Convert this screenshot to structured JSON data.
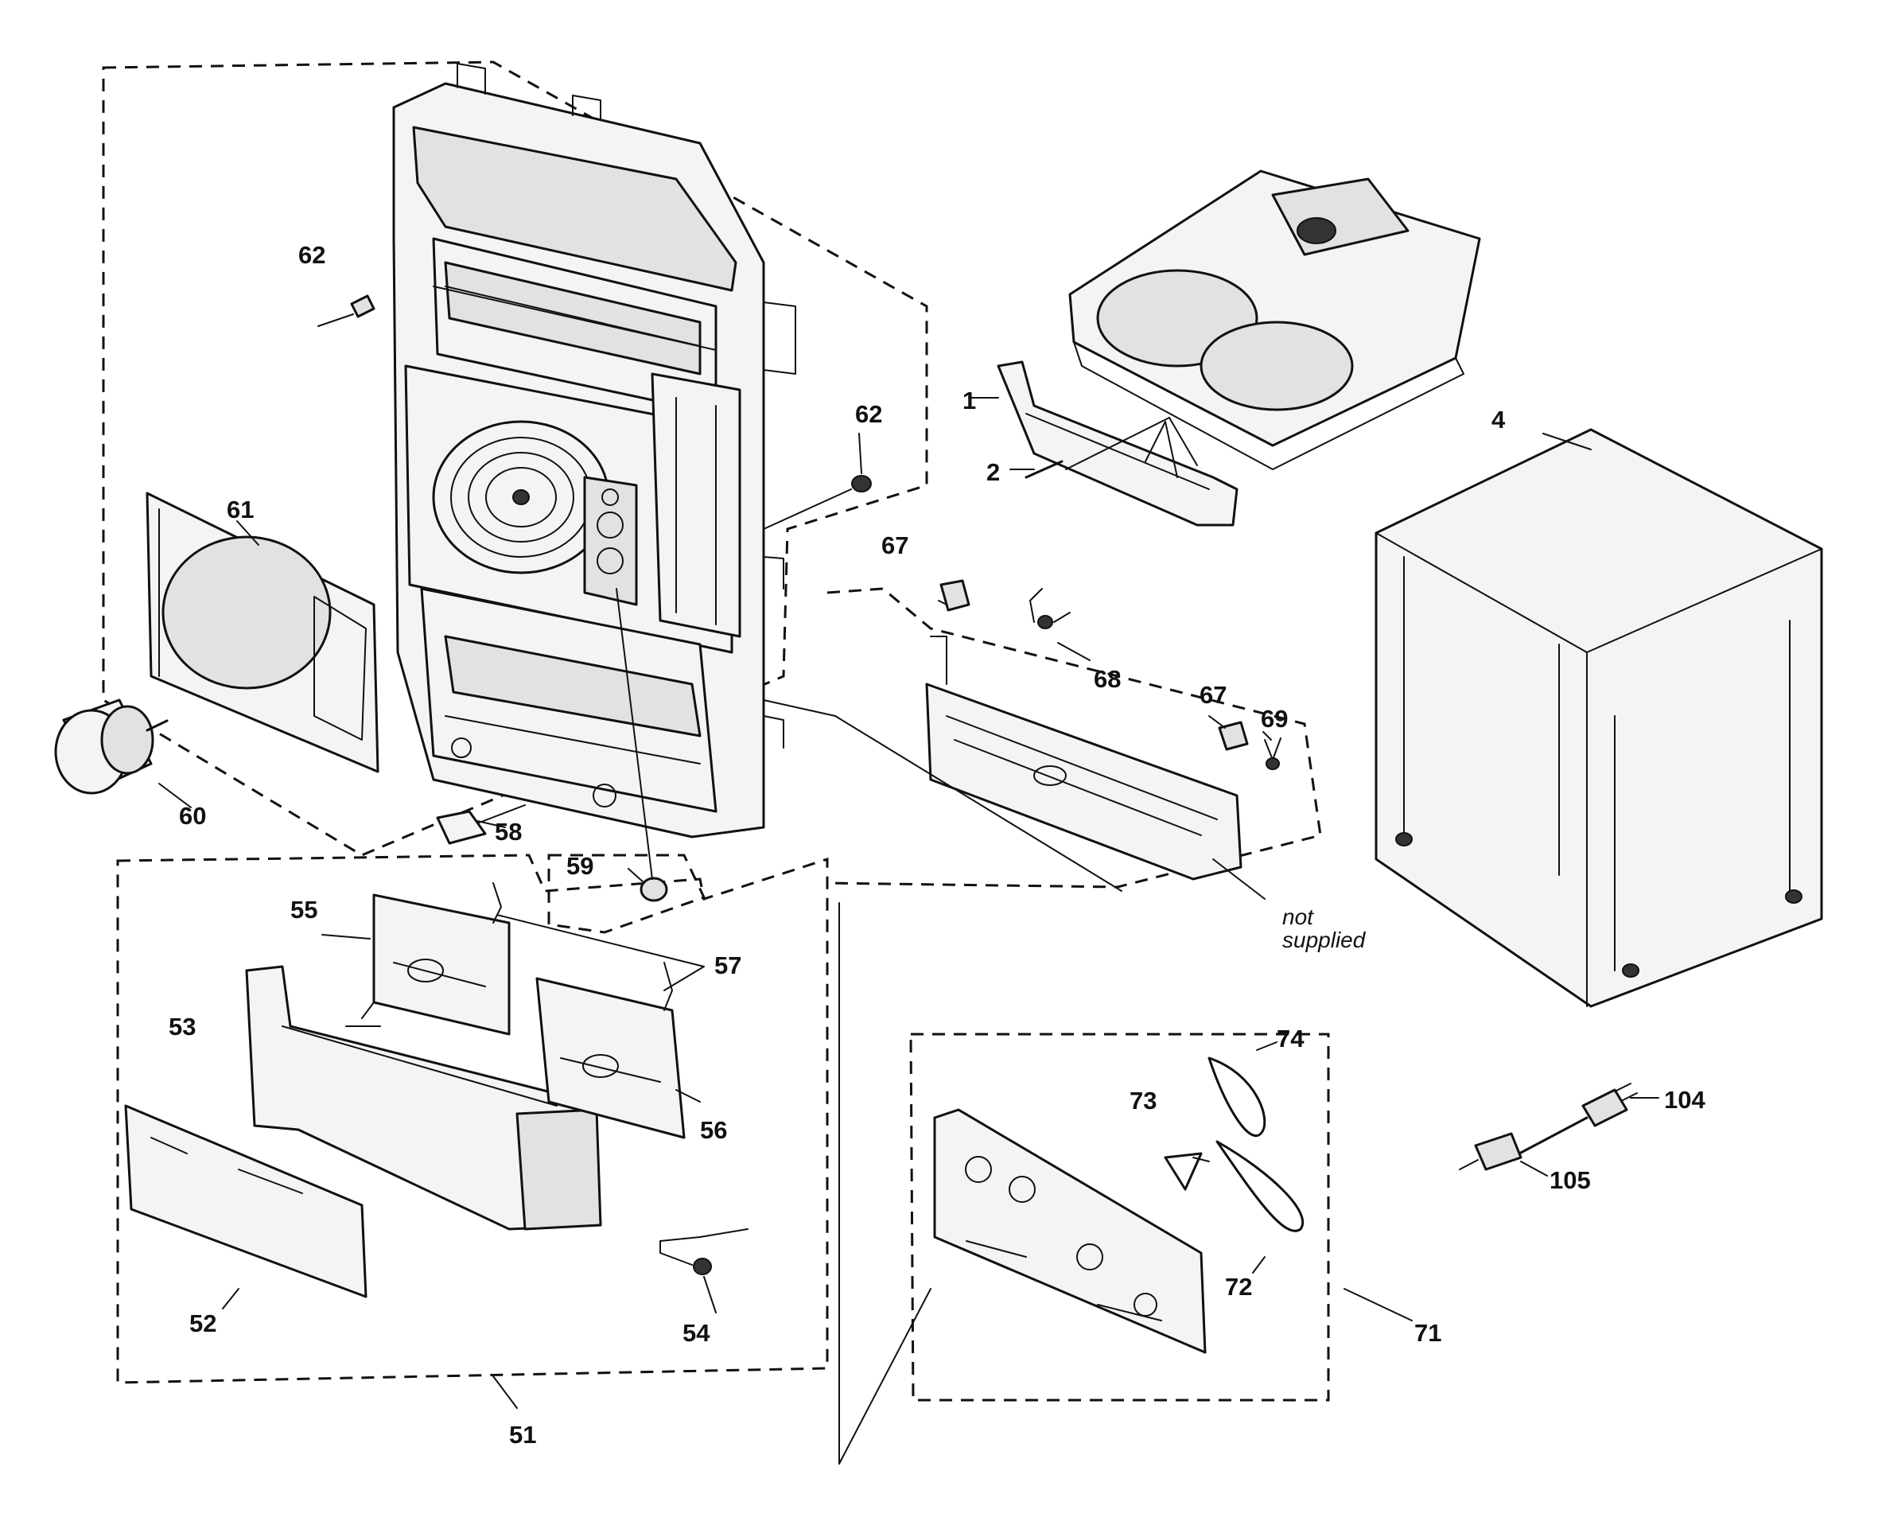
{
  "labels": {
    "p1": "1",
    "p2": "2",
    "p4": "4",
    "p51": "51",
    "p52": "52",
    "p53": "53",
    "p54": "54",
    "p55": "55",
    "p56": "56",
    "p57": "57",
    "p58": "58",
    "p59": "59",
    "p60": "60",
    "p61": "61",
    "p62a": "62",
    "p62b": "62",
    "p67a": "67",
    "p67b": "67",
    "p68": "68",
    "p69": "69",
    "p71": "71",
    "p72": "72",
    "p73": "73",
    "p74": "74",
    "p104": "104",
    "p105": "105"
  },
  "note": {
    "line1": "not",
    "line2": "supplied"
  }
}
